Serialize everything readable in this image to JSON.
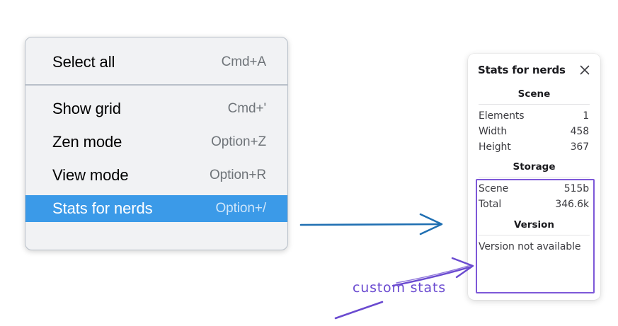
{
  "context_menu": {
    "name": "canvas-context-menu",
    "groups": [
      {
        "items": [
          {
            "label": "Select all",
            "shortcut": "Cmd+A",
            "selected": false
          }
        ]
      },
      {
        "items": [
          {
            "label": "Show grid",
            "shortcut": "Cmd+'",
            "selected": false
          },
          {
            "label": "Zen mode",
            "shortcut": "Option+Z",
            "selected": false
          },
          {
            "label": "View mode",
            "shortcut": "Option+R",
            "selected": false
          },
          {
            "label": "Stats for nerds",
            "shortcut": "Option+/",
            "selected": true
          }
        ]
      }
    ],
    "highlight_color": "#3b9ae8",
    "background_color": "#f1f2f4"
  },
  "stats_panel": {
    "title": "Stats for nerds",
    "close_icon": "close-icon",
    "sections": [
      {
        "heading": "Scene",
        "rows": [
          {
            "key": "Elements",
            "value": "1"
          },
          {
            "key": "Width",
            "value": "458"
          },
          {
            "key": "Height",
            "value": "367"
          }
        ]
      },
      {
        "heading": "Storage",
        "rows": [
          {
            "key": "Scene",
            "value": "515b"
          },
          {
            "key": "Total",
            "value": "346.6k"
          }
        ]
      },
      {
        "heading": "Version",
        "rows": [
          {
            "key": "Version not available",
            "value": ""
          }
        ]
      }
    ]
  },
  "annotations": {
    "handwritten_label": "custom stats",
    "arrow_color_blue": "#1f6fb2",
    "arrow_color_purple": "#6a4ad0",
    "highlight_box_color": "#7d58d8"
  }
}
